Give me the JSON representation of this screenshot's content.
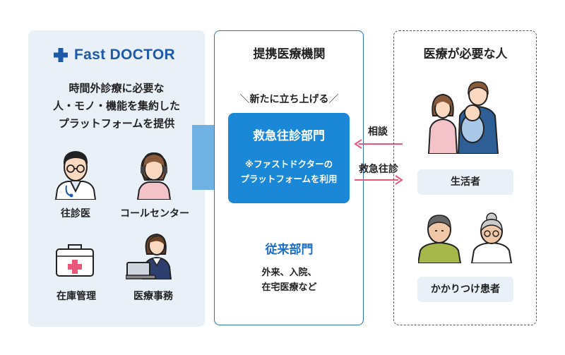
{
  "left": {
    "logo_text": "Fast DOCTOR",
    "desc_lines": [
      "時間外診療に必要な",
      "人・モノ・機能を集約した",
      "プラットフォームを提供"
    ],
    "roles": [
      "往診医",
      "コールセンター",
      "在庫管理",
      "医療事務"
    ]
  },
  "center": {
    "title": "提携医療機関",
    "launch_label": "新たに立ち上げる",
    "emergency_title": "救急往診部門",
    "emergency_note_lines": [
      "※ファストドクターの",
      "プラットフォームを利用"
    ],
    "conventional_title": "従来部門",
    "conventional_desc_lines": [
      "外来、入院、",
      "在宅医療など"
    ]
  },
  "right": {
    "title": "医療が必要な人",
    "groups": [
      "生活者",
      "かかりつけ患者"
    ]
  },
  "arrows": {
    "consult": "相談",
    "house_call": "救急往診"
  },
  "colors": {
    "brand_blue": "#1d5aa8",
    "accent_blue": "#1a88d6",
    "panel_bg": "#e9f0f8",
    "arrow_pink": "#e8567a"
  }
}
